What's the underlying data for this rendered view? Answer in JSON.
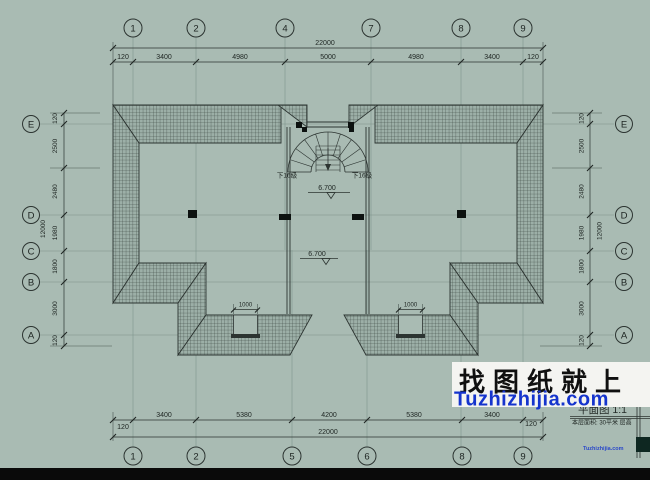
{
  "colors": {
    "background": "#a9bbb3",
    "line": "#2c3431",
    "grid_line": "#7d9189",
    "hatch_bg": "#9cafa7",
    "hatch_line": "#3b4540",
    "watermark_bg": "#f4f4f1",
    "watermark_text": "#101010",
    "watermark_blue": "#1534cd",
    "bottom_bar": "#0a0a0a"
  },
  "grid": {
    "top_columns": [
      "1",
      "2",
      "4",
      "7",
      "8",
      "9"
    ],
    "bottom_columns": [
      "1",
      "2",
      "5",
      "6",
      "8",
      "9"
    ],
    "left_rows": [
      "E",
      "D",
      "C",
      "B",
      "A"
    ],
    "right_rows": [
      "E",
      "D",
      "C",
      "B",
      "A"
    ]
  },
  "dimensions": {
    "top": {
      "total": "22000",
      "segments": [
        "120",
        "3400",
        "4980",
        "5000",
        "4980",
        "3400",
        "120"
      ]
    },
    "bottom": {
      "total": "22000",
      "segments": [
        "120",
        "3400",
        "5380",
        "4200",
        "5380",
        "3400",
        "120"
      ]
    },
    "left": {
      "total": "12000",
      "segments": [
        "120",
        "2500",
        "2480",
        "1980",
        "1800",
        "3000",
        "120"
      ]
    },
    "right": {
      "total": "12000",
      "segments": [
        "120",
        "2500",
        "2480",
        "1980",
        "1800",
        "3000",
        "120"
      ]
    },
    "chimney_left": "1000",
    "chimney_right": "1000"
  },
  "annotations": {
    "elevation_upper": "6.700",
    "elevation_lower": "6.700",
    "stair_note_left": "下16级",
    "stair_note_right": "下16级"
  },
  "title_block": {
    "title_fragment": "平面图 1:1",
    "info_line": "本层面积: 30平米  层高"
  },
  "watermark": {
    "line1": "找图纸就上",
    "line2": "Tuzhizhijia.com",
    "small": "Tuzhizhijia.com"
  }
}
